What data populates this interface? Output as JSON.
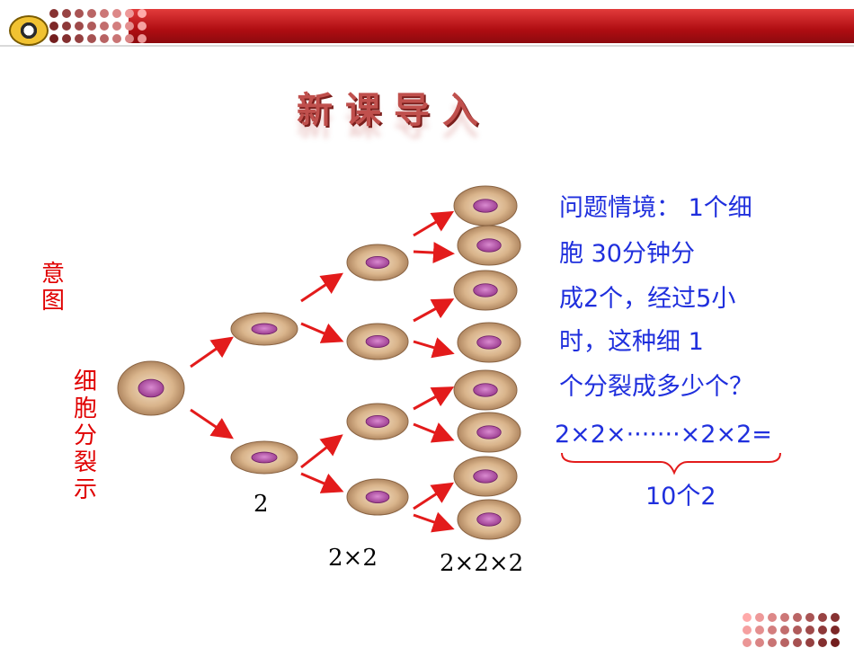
{
  "header": {
    "title": "新课导入"
  },
  "side_labels": {
    "top": "意图",
    "bottom": "细胞分裂示"
  },
  "level_labels": [
    "2",
    "2×2",
    "2×2×2"
  ],
  "problem": {
    "lines": [
      "问题情境： 1个细",
      "胞 30分钟分",
      "成2个，经过5小",
      "时，这种细      1",
      "个分裂成多少个？"
    ],
    "formula": "2×2×·······×2×2=",
    "brace_label": "10个2"
  },
  "colors": {
    "accent_red": "#e00000",
    "text_blue": "#1f2fdd",
    "arrow": "#e31b1b",
    "title": "#c0504d"
  }
}
